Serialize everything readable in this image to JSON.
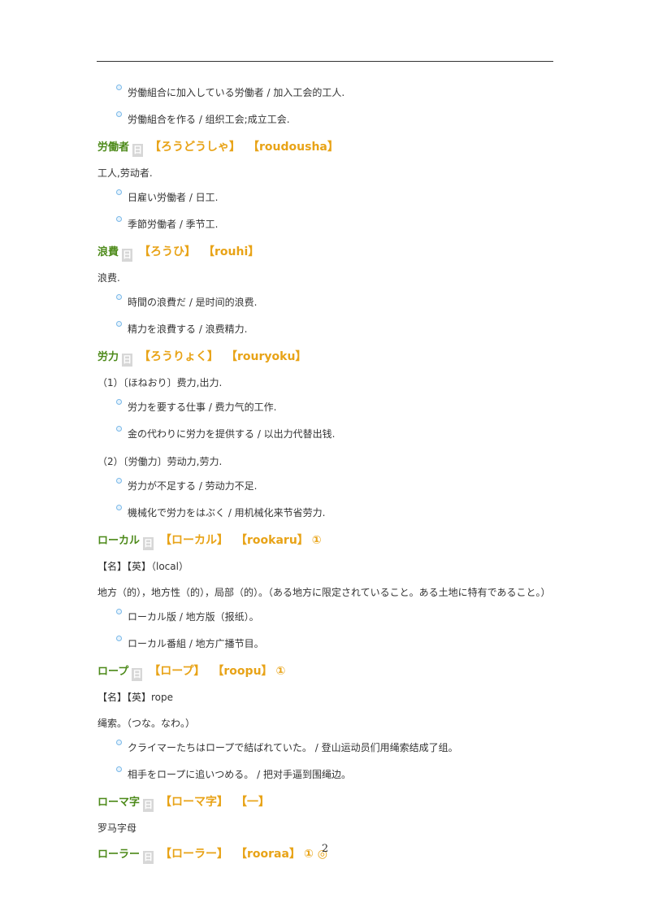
{
  "top_examples": [
    "労働組合に加入している労働者 / 加入工会的工人.",
    "労働組合を作る / 组织工会;成立工会."
  ],
  "entries": [
    {
      "word": "労働者",
      "badge": "日",
      "reading": "【ろうどうしゃ】",
      "romaji": "【roudousha】",
      "tone": "",
      "lines": [
        {
          "type": "def",
          "text": "工人,劳动者."
        },
        {
          "type": "ex",
          "text": "日雇い労働者 / 日工."
        },
        {
          "type": "ex",
          "text": "季節労働者 / 季节工."
        }
      ]
    },
    {
      "word": "浪費",
      "badge": "日",
      "reading": "【ろうひ】",
      "romaji": "【rouhi】",
      "tone": "",
      "lines": [
        {
          "type": "def",
          "text": "浪费."
        },
        {
          "type": "ex",
          "text": "時間の浪費だ / 是时间的浪费."
        },
        {
          "type": "ex",
          "text": "精力を浪費する / 浪费精力."
        }
      ]
    },
    {
      "word": "労力",
      "badge": "日",
      "reading": "【ろうりょく】",
      "romaji": "【rouryoku】",
      "tone": "",
      "lines": [
        {
          "type": "def",
          "text": "（1）〔ほねおり〕费力,出力."
        },
        {
          "type": "ex",
          "text": "労力を要する仕事 / 费力气的工作."
        },
        {
          "type": "ex",
          "text": "金の代わりに労力を提供する / 以出力代替出钱."
        },
        {
          "type": "def",
          "text": "（2）〔労働力〕劳动力,劳力."
        },
        {
          "type": "ex",
          "text": "労力が不足する / 劳动力不足."
        },
        {
          "type": "ex",
          "text": "機械化で労力をはぶく / 用机械化来节省劳力."
        }
      ]
    },
    {
      "word": "ローカル",
      "badge": "日",
      "reading": "【ローカル】",
      "romaji": "【rookaru】",
      "tone": "①",
      "lines": [
        {
          "type": "def",
          "text": "【名】【英】（local）"
        },
        {
          "type": "def",
          "text": "地方（的），地方性（的），局部（的）。（ある地方に限定されていること。ある土地に特有であること。）"
        },
        {
          "type": "ex",
          "text": "ローカル版 / 地方版（报纸）。"
        },
        {
          "type": "ex",
          "text": "ローカル番組 / 地方广播节目。"
        }
      ]
    },
    {
      "word": "ロープ",
      "badge": "日",
      "reading": "【ロープ】",
      "romaji": "【roopu】",
      "tone": "①",
      "lines": [
        {
          "type": "def",
          "text": "【名】【英】rope"
        },
        {
          "type": "def",
          "text": "绳索。（つな。なわ。）"
        },
        {
          "type": "ex",
          "text": "クライマーたちはロープで結ばれていた。 / 登山运动员们用绳索结成了组。"
        },
        {
          "type": "ex",
          "text": "相手をロープに追いつめる。 / 把对手逼到围绳边。"
        }
      ]
    },
    {
      "word": "ローマ字",
      "badge": "日",
      "reading": "【ローマ字】",
      "romaji": "【一】",
      "tone": "",
      "lines": [
        {
          "type": "def",
          "text": "罗马字母"
        }
      ]
    },
    {
      "word": "ローラー",
      "badge": "日",
      "reading": "【ローラー】",
      "romaji": "【rooraa】",
      "tone": "① ◎",
      "lines": []
    }
  ],
  "footer": {
    "page_number": "2"
  }
}
